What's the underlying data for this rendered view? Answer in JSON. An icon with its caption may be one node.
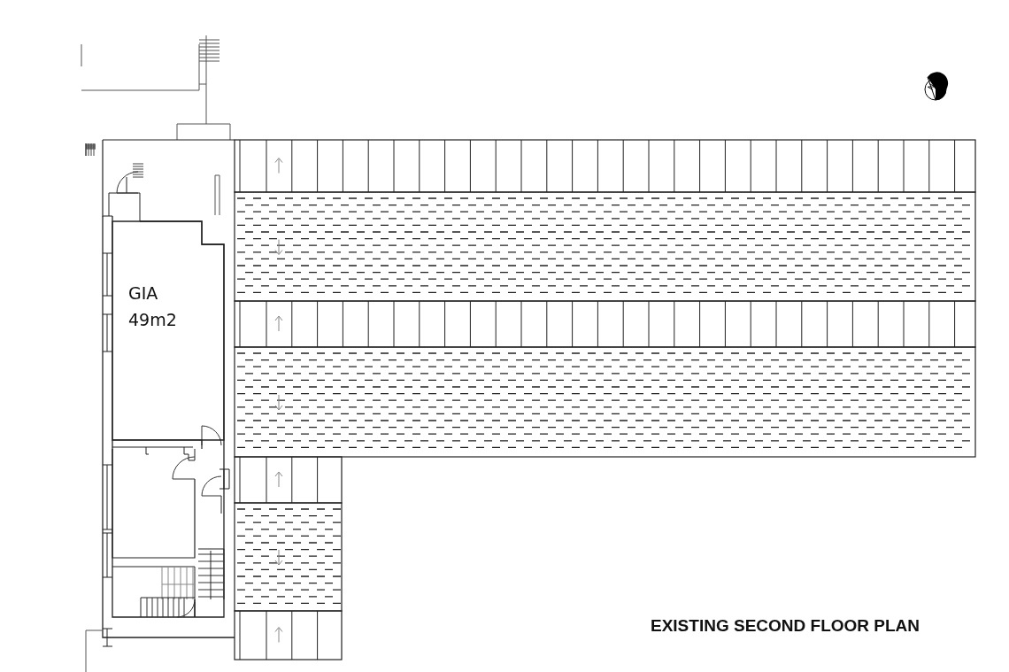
{
  "diagram": {
    "title": "EXISTING SECOND FLOOR PLAN",
    "nodes": [
      {
        "text": [
          "GIA 49m2"
        ]
      }
    ],
    "labels": [
      "N"
    ]
  }
}
